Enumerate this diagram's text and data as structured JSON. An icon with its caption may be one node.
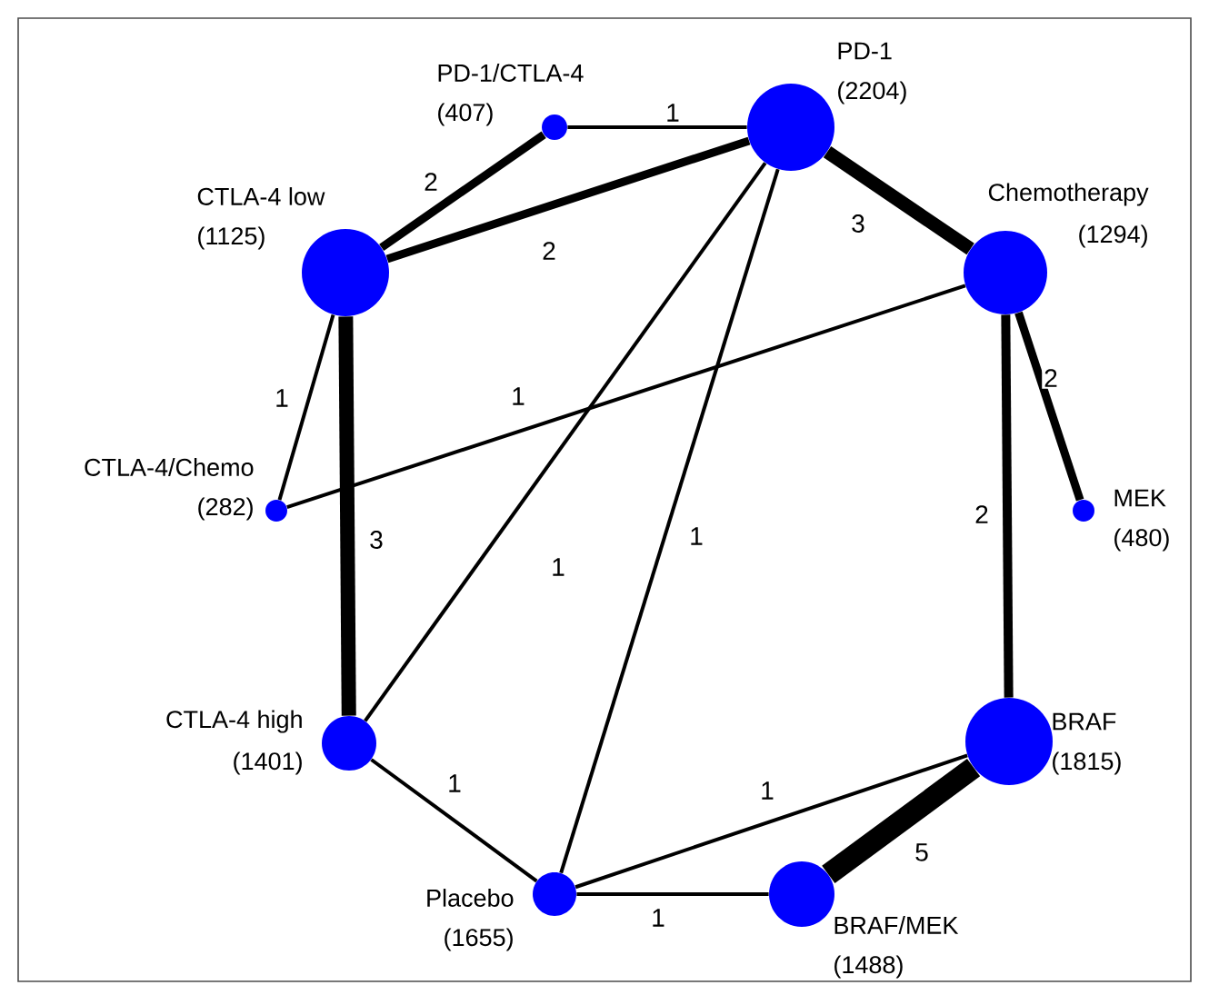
{
  "diagram": {
    "nodes": [
      {
        "text": [
          "PD-1/CTLA-4",
          "(407)"
        ]
      },
      {
        "text": [
          "PD-1",
          "(2204)"
        ]
      },
      {
        "text": [
          "CTLA-4 low",
          "(1125)"
        ]
      },
      {
        "text": [
          "Chemotherapy",
          "(1294)"
        ]
      },
      {
        "text": [
          "CTLA-4/Chemo",
          "(282)"
        ]
      },
      {
        "text": [
          "MEK",
          "(480)"
        ]
      },
      {
        "text": [
          "CTLA-4 high",
          "(1401)"
        ]
      },
      {
        "text": [
          "BRAF",
          "(1815)"
        ]
      },
      {
        "text": [
          "Placebo",
          "(1655)"
        ]
      },
      {
        "text": [
          "BRAF/MEK",
          "(1488)"
        ]
      }
    ],
    "edges": [
      {
        "from": 0,
        "to": 1,
        "arrow": "none",
        "label": "1"
      },
      {
        "from": 0,
        "to": 2,
        "arrow": "none",
        "label": "2",
        "style": "thick"
      },
      {
        "from": 2,
        "to": 1,
        "arrow": "none",
        "label": "2",
        "style": "thick"
      },
      {
        "from": 1,
        "to": 3,
        "arrow": "none",
        "label": "3",
        "style": "thick"
      },
      {
        "from": 2,
        "to": 4,
        "arrow": "none",
        "label": "1"
      },
      {
        "from": 3,
        "to": 4,
        "arrow": "none",
        "label": "1"
      },
      {
        "from": 2,
        "to": 6,
        "arrow": "none",
        "label": "3",
        "style": "thick"
      },
      {
        "from": 1,
        "to": 6,
        "arrow": "none",
        "label": "1"
      },
      {
        "from": 1,
        "to": 8,
        "arrow": "none",
        "label": "1"
      },
      {
        "from": 3,
        "to": 5,
        "arrow": "none",
        "label": "2",
        "style": "thick"
      },
      {
        "from": 3,
        "to": 7,
        "arrow": "none",
        "label": "2",
        "style": "thick"
      },
      {
        "from": 6,
        "to": 8,
        "arrow": "none",
        "label": "1"
      },
      {
        "from": 8,
        "to": 7,
        "arrow": "none",
        "label": "1"
      },
      {
        "from": 9,
        "to": 7,
        "arrow": "none",
        "label": "5",
        "style": "thick"
      },
      {
        "from": 8,
        "to": 9,
        "arrow": "none",
        "label": "1"
      }
    ]
  }
}
